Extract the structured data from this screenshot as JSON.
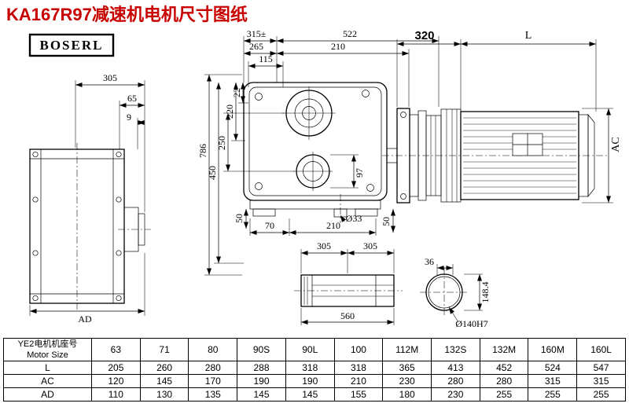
{
  "title": "KA167R97减速机电机尺寸图纸",
  "logo": "BOSERL",
  "dims": {
    "side": {
      "d305": "305",
      "d65": "65",
      "d9": "9",
      "dAD": "AD"
    },
    "front": {
      "d315": "315±",
      "d522": "522",
      "d265": "265",
      "d210_top": "210",
      "d115": "115",
      "d22": "22",
      "d220": "220",
      "d250": "250",
      "d450": "450",
      "d786": "786",
      "d97": "97",
      "d50_left": "50",
      "d70": "70",
      "d210_bottom": "210",
      "d33": "Ø33",
      "d50_right": "50"
    },
    "motor": {
      "d320": "320",
      "dL": "L",
      "dAC": "AC"
    },
    "shaft": {
      "d305_left": "305",
      "d305_right": "305",
      "d560": "560",
      "d36": "36",
      "d148": "148.4",
      "d140": "Ø140H7"
    }
  },
  "table": {
    "header_line1": "YE2电机机座号",
    "header_line2": "Motor Size",
    "columns": [
      "63",
      "71",
      "80",
      "90S",
      "90L",
      "100",
      "112M",
      "132S",
      "132M",
      "160M",
      "160L"
    ],
    "rows": [
      {
        "label": "L",
        "values": [
          "205",
          "260",
          "280",
          "288",
          "318",
          "318",
          "365",
          "413",
          "452",
          "524",
          "547"
        ]
      },
      {
        "label": "AC",
        "values": [
          "120",
          "145",
          "170",
          "190",
          "190",
          "210",
          "230",
          "280",
          "280",
          "315",
          "315"
        ]
      },
      {
        "label": "AD",
        "values": [
          "110",
          "130",
          "135",
          "145",
          "145",
          "155",
          "180",
          "230",
          "255",
          "255",
          "255"
        ]
      }
    ]
  }
}
